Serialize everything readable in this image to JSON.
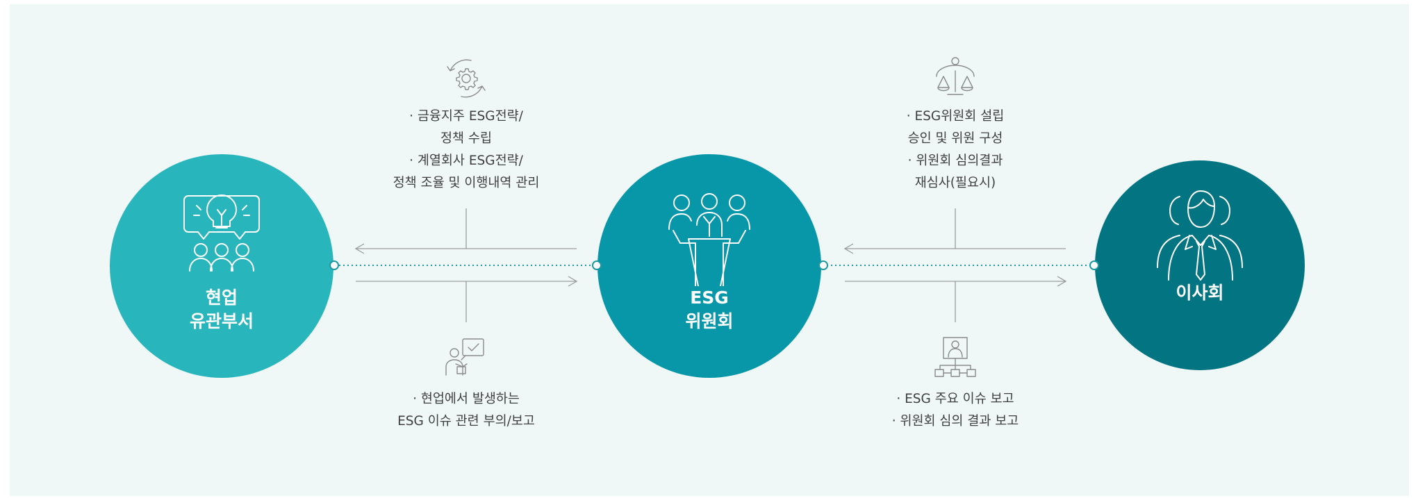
{
  "colors": {
    "circle_dept": "#28b6bc",
    "circle_committee": "#0797a8",
    "circle_board": "#037481",
    "connector": "#1d98a2",
    "arrow_line": "#9a9a9a",
    "background": "#eff8f7"
  },
  "nodes": [
    {
      "lines": [
        "현업",
        "유관부서"
      ],
      "icon": "ideas-team-icon"
    },
    {
      "lines": [
        "ESG",
        "위원회"
      ],
      "icon": "committee-meeting-icon"
    },
    {
      "lines": [
        "이사회"
      ],
      "icon": "board-members-icon"
    }
  ],
  "annotations": {
    "committee_to_dept": {
      "icon": "gear-cycle-icon",
      "lines": [
        "· 금융지주 ESG전략/",
        "정책 수립",
        "· 계열회사 ESG전략/",
        "정책 조율 및 이행내역 관리"
      ]
    },
    "dept_to_committee": {
      "icon": "report-checklist-icon",
      "lines": [
        "· 현업에서 발생하는",
        "ESG 이슈 관련 부의/보고"
      ]
    },
    "board_to_committee": {
      "icon": "scales-person-icon",
      "lines": [
        "· ESG위원회 설립",
        "승인 및 위원 구성",
        "· 위원회 심의결과",
        "재심사(필요시)"
      ]
    },
    "committee_to_board": {
      "icon": "presentation-flow-icon",
      "lines": [
        "· ESG 주요 이슈 보고",
        "· 위원회 심의 결과 보고"
      ]
    }
  }
}
